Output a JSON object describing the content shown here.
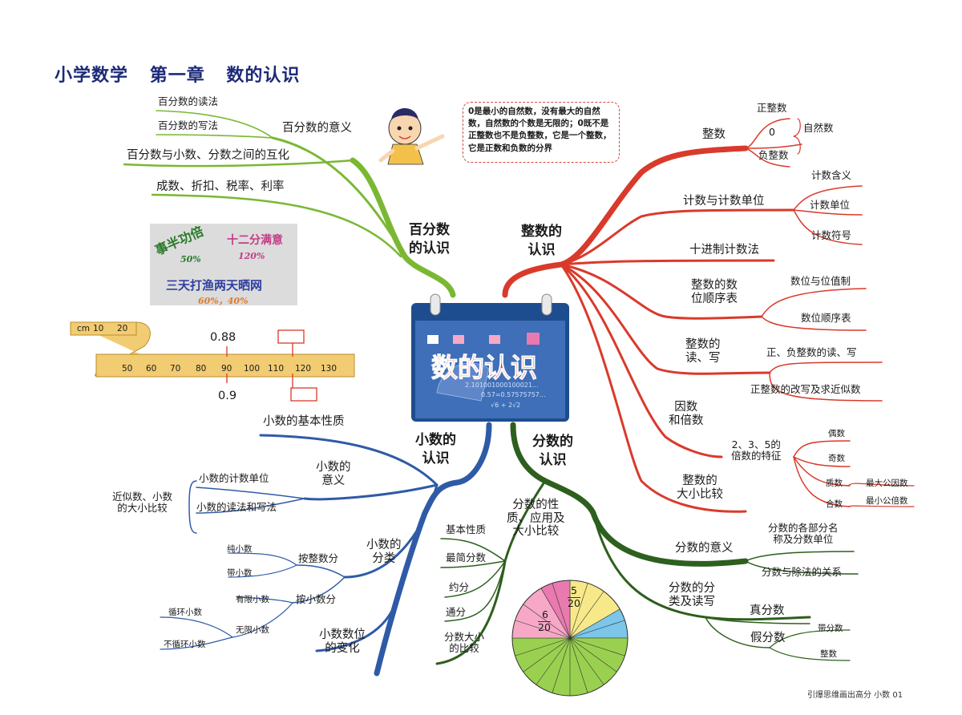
{
  "title": [
    "小学数学",
    "第一章",
    "数的认识"
  ],
  "center": {
    "label": "数的认识",
    "formula_lines": [
      "2.101001000100021...",
      "0.57=0.57575757...",
      "√6 + 2√2"
    ]
  },
  "note": "0是最小的自然数，没有最大的自然数，自然数的个数是无限的；0既不是正整数也不是负整数，它是一个整数，它是正数和负数的分界",
  "slogan": {
    "words": [
      "事半功倍",
      "十二分满意",
      "三天打渔两天晒网"
    ],
    "figures": [
      "50%",
      "120%",
      "60%，40%"
    ]
  },
  "ruler": {
    "top_ticks": [
      "cm",
      "10",
      "20"
    ],
    "bottom_ticks": [
      "50",
      "60",
      "70",
      "80",
      "90",
      "100",
      "110",
      "120",
      "130"
    ],
    "marker_label": "0.88",
    "answer_label": "0.9"
  },
  "percent": {
    "label": "百分数\n的认识",
    "meaning": "百分数的意义",
    "read": "百分数的读法",
    "write": "百分数的写法",
    "convert": "百分数与小数、分数之间的互化",
    "applications": "成数、折扣、税率、利率"
  },
  "integer": {
    "label": "整数的\n认识",
    "integers": "整数",
    "positive": "正整数",
    "zero": "0",
    "natural": "自然数",
    "negative": "负整数",
    "count_unit": "计数与计数单位",
    "count_meaning": "计数含义",
    "count_unit_item": "计数单位",
    "count_symbol": "计数符号",
    "decimal_system": "十进制计数法",
    "place_table": "整数的数\n位顺序表",
    "place_value": "数位与位值制",
    "place_order": "数位顺序表",
    "read_write": "整数的\n读、写",
    "read_write_item": "正、负整数的读、写",
    "rewrite": "正整数的改写及求近似数",
    "factor": "因数\n和倍数",
    "multiples": "2、3、5的\n倍数的特征",
    "even": "偶数",
    "odd": "奇数",
    "prime": "质数",
    "composite": "合数",
    "gcd": "最大公因数",
    "lcm": "最小公倍数",
    "compare": "整数的\n大小比较"
  },
  "decimal": {
    "label": "小数的\n认识",
    "basic": "小数的基本性质",
    "meaning": "小数的\n意义",
    "unit": "小数的计数单位",
    "read_write": "小数的读法和写法",
    "approx": "近似数、小数\n的大小比较",
    "classify": "小数的\n分类",
    "by_integer": "按整数分",
    "pure": "纯小数",
    "mixed": "带小数",
    "by_decimal": "按小数分",
    "finite": "有限小数",
    "infinite": "无限小数",
    "recurring": "循环小数",
    "nonrecurring": "不循环小数",
    "place_change": "小数数位\n的变化"
  },
  "fraction": {
    "label": "分数的\n认识",
    "props": "分数的性\n质、应用及\n大小比较",
    "basic": "基本性质",
    "simplest": "最简分数",
    "reduce": "约分",
    "common": "通分",
    "compare": "分数大小\n的比较",
    "meaning": "分数的意义",
    "parts": "分数的各部分名\n称及分数单位",
    "division": "分数与除法的关系",
    "classify": "分数的分\n类及读写",
    "proper": "真分数",
    "improper": "假分数",
    "mixed": "带分数",
    "whole": "整数",
    "pie_top": {
      "num": "5",
      "den": "20"
    },
    "pie_left": {
      "num": "6",
      "den": "20"
    }
  },
  "footer": "引爆思维画出高分   小数   01",
  "colors": {
    "percent": "#7ab833",
    "integer": "#d93a2b",
    "decimal": "#2f5ba6",
    "fraction": "#2d5f1e",
    "title": "#1d2a78"
  }
}
